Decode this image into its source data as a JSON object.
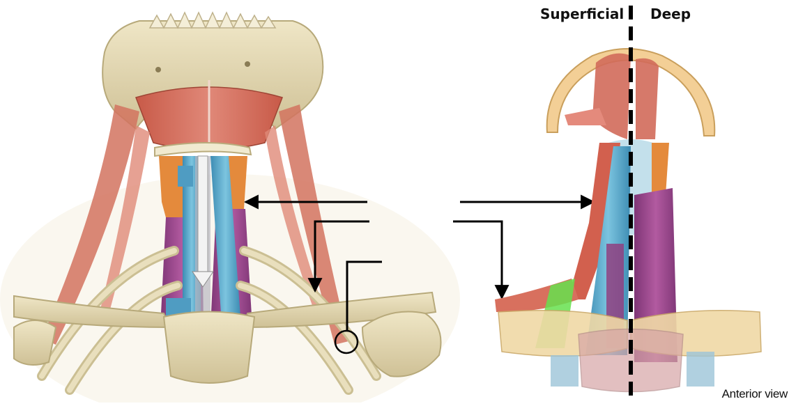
{
  "labels": {
    "superficial": "Superficial",
    "deep": "Deep",
    "view": "Anterior view"
  },
  "colors": {
    "background": "#ffffff",
    "bone": "#e6dcb6",
    "bone_shadow": "#c9bc8e",
    "muscle": "#d46e5c",
    "muscle_dark": "#b8503f",
    "sternothyroid": "#a04a8e",
    "sternohyoid": "#5aa6c8",
    "thyrohyoid": "#e48a3c",
    "omohyoid_inferior": "#66e04e",
    "cartilage": "#b9dbe8",
    "leader_line": "#000000",
    "midline": "#000000",
    "descent_arrow": "#f2f2f2"
  }
}
